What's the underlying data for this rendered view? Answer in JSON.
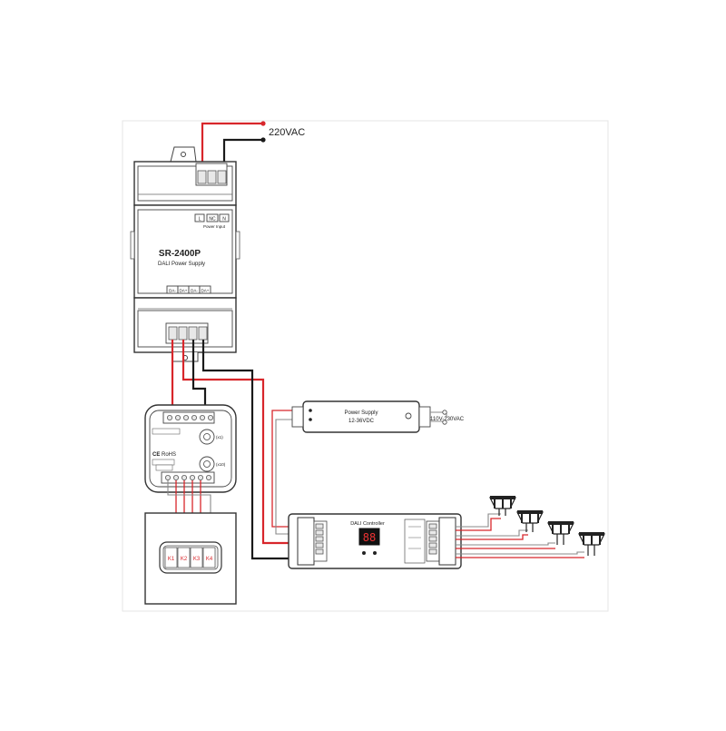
{
  "mains": {
    "label": "220VAC"
  },
  "psu": {
    "model": "SR-2400P",
    "subtitle": "DALI Power Supply",
    "top_terminals": [
      "L",
      "NC",
      "N"
    ],
    "top_caption": "Power Input",
    "bottom_terminals": [
      "DA-",
      "DA+",
      "DA-",
      "DA+"
    ]
  },
  "switch_module": {
    "rohs": "RoHS",
    "ce": "CE",
    "knob1": "(x1)",
    "knob2": "(x10)"
  },
  "keypad": {
    "keys": [
      "K1",
      "K2",
      "K3",
      "K4"
    ]
  },
  "led_supply": {
    "title": "Power Supply",
    "spec": "12-36VDC",
    "input": "110V-230VAC"
  },
  "controller": {
    "title": "DALI Controller",
    "display": "88"
  },
  "colors": {
    "red_wire": "#d8262b",
    "black_wire": "#1a1a1a",
    "outline": "#333333"
  }
}
